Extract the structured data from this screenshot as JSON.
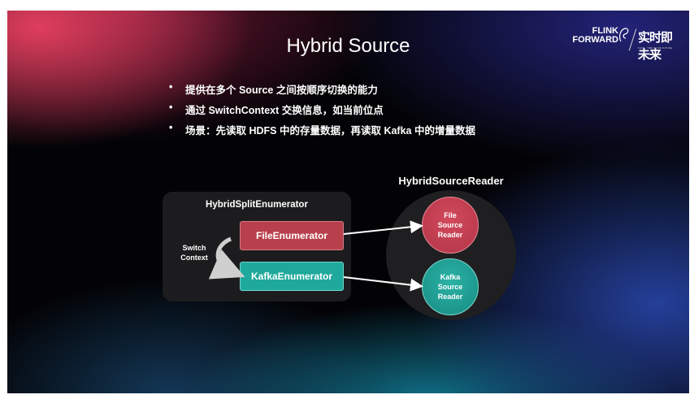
{
  "slide": {
    "title": "Hybrid Source",
    "logo": {
      "line1": "FLINK",
      "line2": "FORWARD",
      "chinese": "实时即未来",
      "tagline": "FLINK · TIME IN THE FUTURE"
    },
    "bullets": [
      "提供在多个 Source 之间按顺序切换的能力",
      "通过 SwitchContext 交换信息，如当前位点",
      "场景：先读取 HDFS 中的存量数据，再读取 Kafka 中的增量数据"
    ],
    "bullet_marker": "•"
  },
  "diagram": {
    "enumerator": {
      "title": "HybridSplitEnumerator",
      "switch_label_line1": "Switch",
      "switch_label_line2": "Context",
      "file_enumerator": "FileEnumerator",
      "kafka_enumerator": "KafkaEnumerator"
    },
    "reader": {
      "title": "HybridSourceReader",
      "file_reader": [
        "File",
        "Source",
        "Reader"
      ],
      "kafka_reader": [
        "Kafka",
        "Source",
        "Reader"
      ]
    },
    "colors": {
      "file": "#b8404d",
      "kafka": "#1fa99c",
      "container": "#1c1c1e"
    }
  }
}
